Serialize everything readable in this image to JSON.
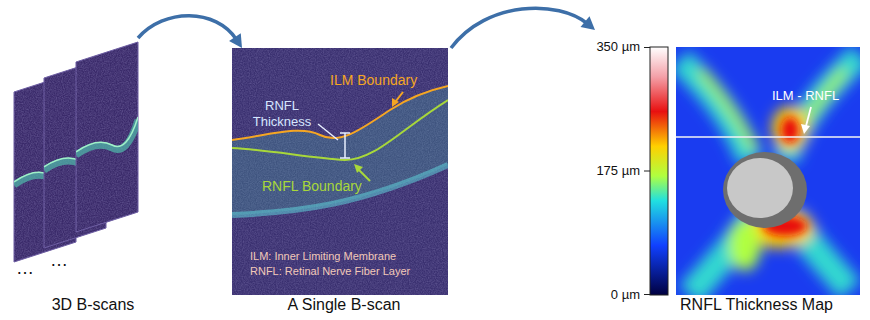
{
  "diagram": {
    "nodes": [
      {
        "text": [
          "3D B-scans"
        ]
      },
      {
        "text": [
          "A Single B-scan"
        ]
      },
      {
        "text": [
          "RNFL Thickness Map"
        ]
      }
    ],
    "edges": [
      {
        "from": 0,
        "to": 1,
        "arrow": "to"
      },
      {
        "from": 1,
        "to": 2,
        "arrow": "to"
      }
    ],
    "labels": [
      "…",
      "…",
      "RNFL Thickness",
      "ILM Boundary",
      "RNFL Boundary",
      "ILM: Inner Limiting Membrane",
      "RNFL: Retinal Nerve Fiber Layer",
      "350 µm",
      "175 µm",
      "0 µm",
      "ILM - RNFL"
    ]
  }
}
